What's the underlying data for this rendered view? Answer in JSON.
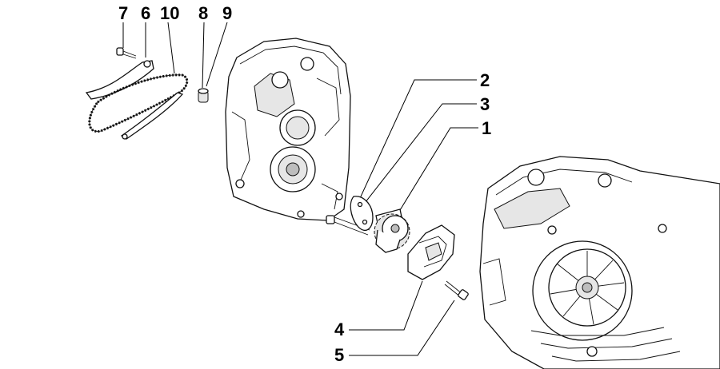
{
  "diagram": {
    "callouts": [
      {
        "id": "7",
        "label": "7"
      },
      {
        "id": "6",
        "label": "6"
      },
      {
        "id": "10",
        "label": "10"
      },
      {
        "id": "8",
        "label": "8"
      },
      {
        "id": "9",
        "label": "9"
      },
      {
        "id": "2",
        "label": "2"
      },
      {
        "id": "3",
        "label": "3"
      },
      {
        "id": "1",
        "label": "1"
      },
      {
        "id": "4",
        "label": "4"
      },
      {
        "id": "5",
        "label": "5"
      }
    ]
  }
}
